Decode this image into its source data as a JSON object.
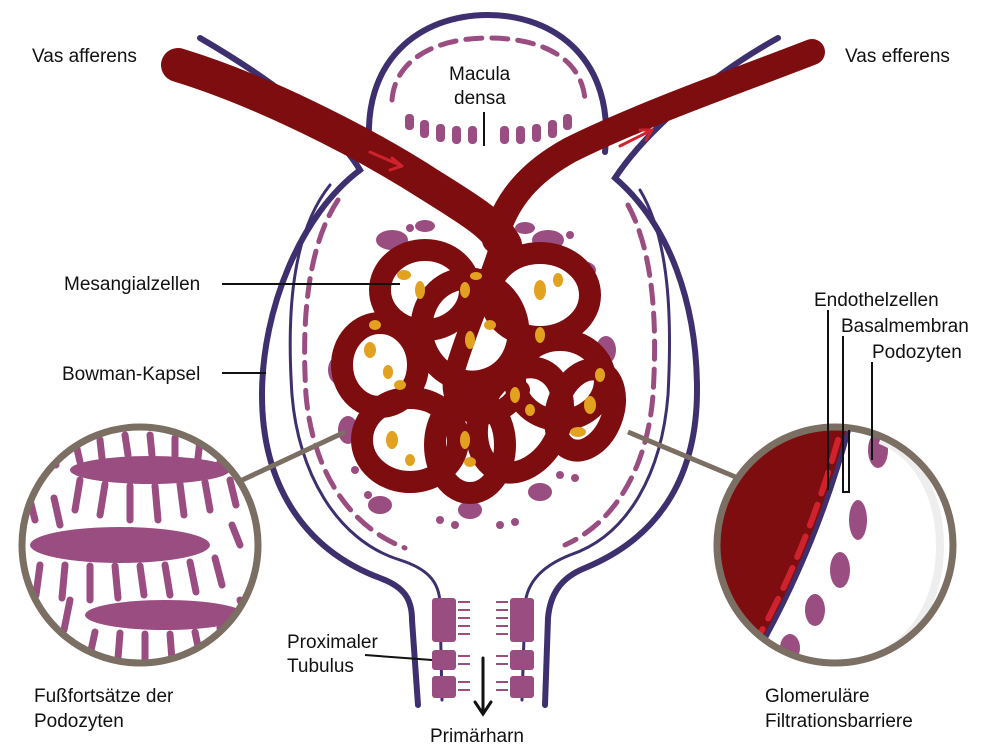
{
  "labels": {
    "vas_afferens": "Vas afferens",
    "vas_efferens": "Vas efferens",
    "macula_line1": "Macula",
    "macula_line2": "densa",
    "mesangialzellen": "Mesangialzellen",
    "bowman_kapsel": "Bowman-Kapsel",
    "endothelzellen": "Endothelzellen",
    "basalmembran": "Basalmembran",
    "podozyten": "Podozyten",
    "fussfortsaetze_line1": "Fußfortsätze der",
    "fussfortsaetze_line2": "Podozyten",
    "proximaler_line1": "Proximaler",
    "proximaler_line2": "Tubulus",
    "glomerulaere_line1": "Glomeruläre",
    "glomerulaere_line2": "Filtrationsbarriere",
    "primaerharn": "Primärharn"
  },
  "colors": {
    "capsule": "#3e2f6e",
    "vessel": "#7e0d10",
    "podocyte": "#9a4d80",
    "mesangial": "#e2a11f",
    "endothel": "#d0222d",
    "ring": "#7b6e63",
    "arrow_red": "#d0222d"
  }
}
